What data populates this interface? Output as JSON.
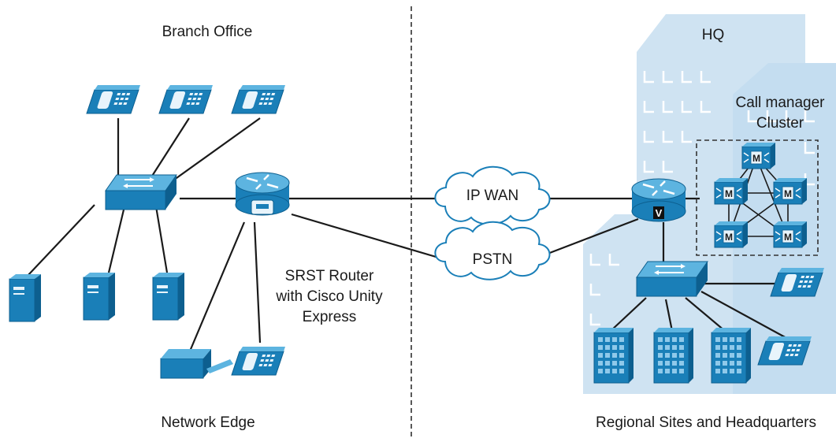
{
  "labels": {
    "branch_office": "Branch Office",
    "network_edge": "Network Edge",
    "srst_line1": "SRST Router",
    "srst_line2": "with Cisco Unity",
    "srst_line3": "Express",
    "hq": "HQ",
    "cluster_line1": "Call manager",
    "cluster_line2": "Cluster",
    "regional": "Regional Sites and Headquarters",
    "ip_wan": "IP WAN",
    "pstn": "PSTN",
    "cm_badge": "M",
    "voice_badge": "V"
  },
  "colors": {
    "device": "#1a7fb8",
    "device_top": "#5db4e0",
    "device_dark": "#0d5f8f",
    "building": "#cfe3f2",
    "building_shade": "#b9d6ec",
    "line": "#1a1a1a"
  },
  "icons": [
    "phone-icon",
    "switch-icon",
    "router-icon",
    "server-icon",
    "cloud-icon",
    "building-icon",
    "call-manager-icon",
    "printer-icon"
  ]
}
